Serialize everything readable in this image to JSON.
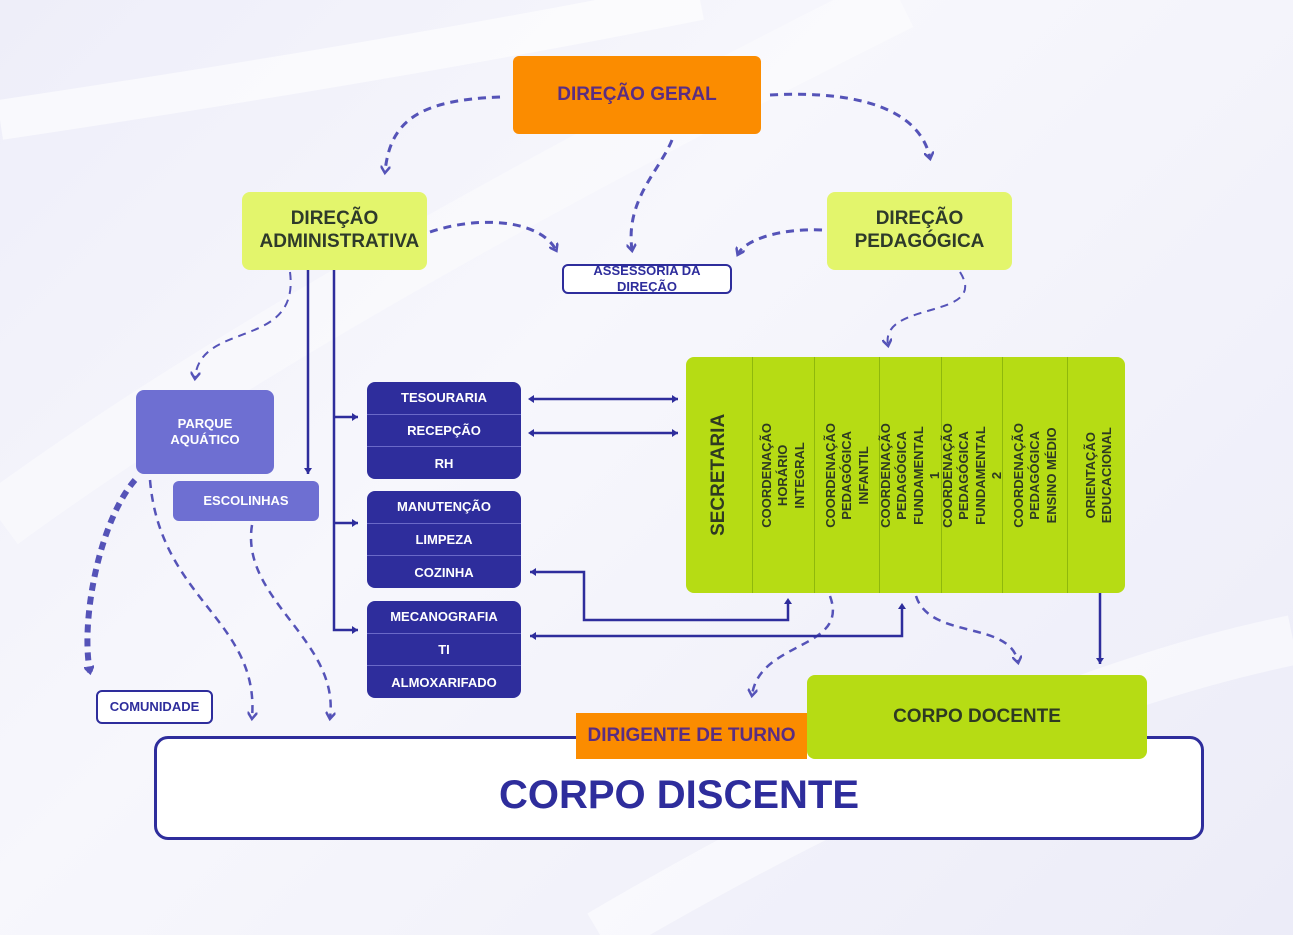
{
  "nodes": {
    "direcao_geral": "DIREÇÃO GERAL",
    "direcao_administrativa": "DIREÇÃO ADMINISTRATIVA",
    "direcao_pedagogica": "DIREÇÃO PEDAGÓGICA",
    "assessoria": "ASSESSORIA DA DIREÇÃO",
    "parque_aquatico": "PARQUE AQUÁTICO",
    "escolinhas": "ESCOLINHAS",
    "comunidade": "COMUNIDADE",
    "corpo_docente": "CORPO DOCENTE",
    "dirigente_de_turno": "DIRIGENTE DE TURNO",
    "corpo_discente": "CORPO DISCENTE"
  },
  "admin_stacks": [
    [
      "TESOURARIA",
      "RECEPÇÃO",
      "RH"
    ],
    [
      "MANUTENÇÃO",
      "LIMPEZA",
      "COZINHA"
    ],
    [
      "MECANOGRAFIA",
      "TI",
      "ALMOXARIFADO"
    ]
  ],
  "pedagogic_columns": [
    "SECRETARIA",
    "COORDENAÇÃO HORÁRIO INTEGRAL",
    "COORDENAÇÃO PEDAGÓGICA INFANTIL",
    "COORDENAÇÃO PEDAGÓGICA FUNDAMENTAL 1",
    "COORDENAÇÃO PEDAGÓGICA FUNDAMENTAL 2",
    "COORDENAÇÃO PEDAGÓGICA ENSINO MÉDIO",
    "ORIENTAÇÃO EDUCACIONAL"
  ],
  "colors": {
    "orange": "#fb8c00",
    "lime": "#e3f56c",
    "green": "#b6dc14",
    "navy": "#2e2d9c",
    "lavender": "#6e6fd2",
    "arrow": "#5553b8"
  }
}
